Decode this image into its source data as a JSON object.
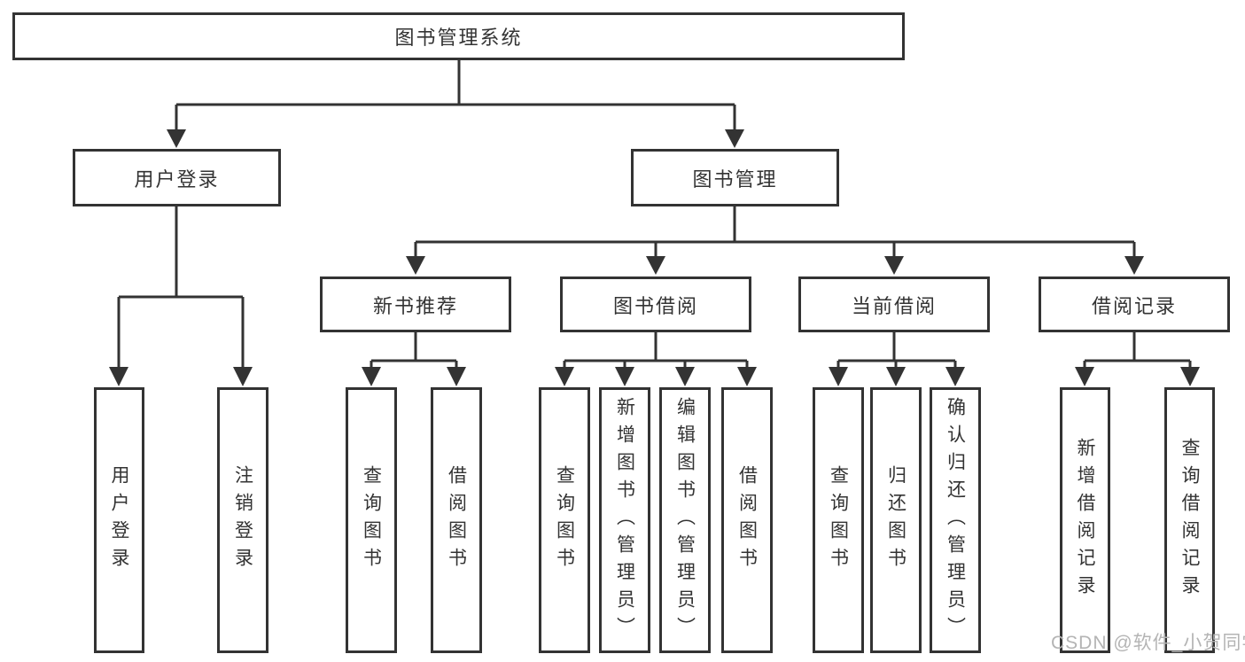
{
  "diagram_title": "图书管理系统",
  "tree": {
    "root": {
      "label": "图书管理系统"
    },
    "branches": [
      {
        "label": "用户登录",
        "leaves": [
          {
            "label": "用户登录"
          },
          {
            "label": "注销登录"
          }
        ]
      },
      {
        "label": "图书管理",
        "groups": [
          {
            "label": "新书推荐",
            "leaves": [
              {
                "label": "查询图书"
              },
              {
                "label": "借阅图书"
              }
            ]
          },
          {
            "label": "图书借阅",
            "leaves": [
              {
                "label": "查询图书"
              },
              {
                "label": "新增图书（管理员）"
              },
              {
                "label": "编辑图书（管理员）"
              },
              {
                "label": "借阅图书"
              }
            ]
          },
          {
            "label": "当前借阅",
            "leaves": [
              {
                "label": "查询图书"
              },
              {
                "label": "归还图书"
              },
              {
                "label": "确认归还（管理员）"
              }
            ]
          },
          {
            "label": "借阅记录",
            "leaves": [
              {
                "label": "新增借阅记录"
              },
              {
                "label": "查询借阅记录"
              }
            ]
          }
        ]
      }
    ]
  },
  "watermark": {
    "text": "CSDN @软件_小贺同学"
  },
  "colors": {
    "line": "#333333",
    "text": "#333333",
    "box_background": "#ffffff",
    "watermark": "#b4b4b4",
    "background": "#ffffff"
  }
}
